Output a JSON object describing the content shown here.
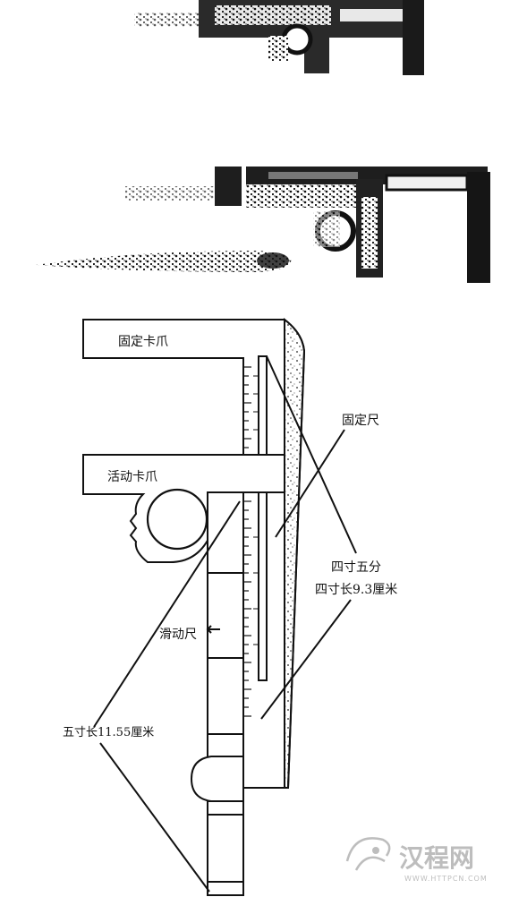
{
  "labels": {
    "fixed_jaw": "固定卡爪",
    "fixed_ruler": "固定尺",
    "movable_jaw": "活动卡爪",
    "sliding_ruler": "滑动尺",
    "four_cun_five_fen": "四寸五分",
    "four_cun_length": "四寸长9.3厘米",
    "five_cun_length": "五寸长11.55厘米"
  },
  "watermark": {
    "brand": "汉程网",
    "url": "WWW.HTTPCN.COM"
  },
  "colors": {
    "ink": "#111111",
    "paper": "#ffffff",
    "watermark": "#bdbdbd"
  }
}
